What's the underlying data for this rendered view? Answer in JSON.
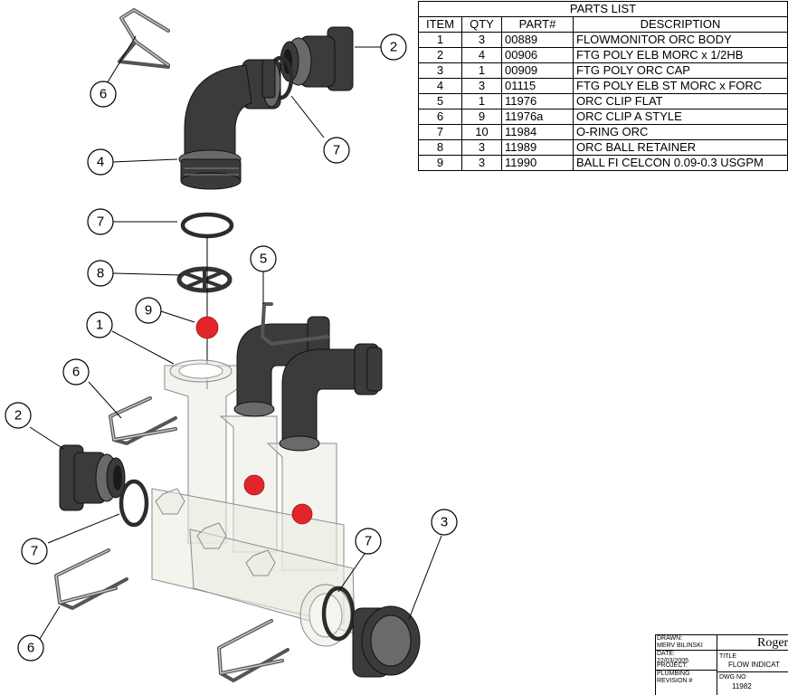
{
  "parts_list": {
    "title": "PARTS LIST",
    "headers": [
      "ITEM",
      "QTY",
      "PART#",
      "DESCRIPTION"
    ],
    "rows": [
      {
        "item": "1",
        "qty": "3",
        "part": "00889",
        "description": "FLOWMONITOR ORC BODY"
      },
      {
        "item": "2",
        "qty": "4",
        "part": "00906",
        "description": "FTG POLY ELB MORC x 1/2HB"
      },
      {
        "item": "3",
        "qty": "1",
        "part": "00909",
        "description": "FTG POLY ORC CAP"
      },
      {
        "item": "4",
        "qty": "3",
        "part": "01115",
        "description": "FTG POLY ELB ST MORC x FORC"
      },
      {
        "item": "5",
        "qty": "1",
        "part": "11976",
        "description": "ORC CLIP FLAT"
      },
      {
        "item": "6",
        "qty": "9",
        "part": "11976a",
        "description": "ORC CLIP A STYLE"
      },
      {
        "item": "7",
        "qty": "10",
        "part": "11984",
        "description": "O-RING ORC"
      },
      {
        "item": "8",
        "qty": "3",
        "part": "11989",
        "description": "ORC BALL RETAINER"
      },
      {
        "item": "9",
        "qty": "3",
        "part": "11990",
        "description": "BALL FI CELCON 0.09-0.3 USGPM"
      }
    ]
  },
  "callouts": [
    "2",
    "6",
    "7",
    "4",
    "7",
    "8",
    "5",
    "9",
    "1",
    "6",
    "2",
    "3",
    "7",
    "7",
    "6"
  ],
  "title_block": {
    "drawn_label": "DRAWN:",
    "drawn_value": "MERV BILINSKI",
    "date_label": "DATE:",
    "date_value": "22/03/2005",
    "project_label": "PROJECT:",
    "project_value": "PLUMBING",
    "revision_label": "REVISION #",
    "company": "Roger",
    "title_label": "TITLE",
    "title_value": "FLOW INDICAT",
    "dwg_label": "DWG NO",
    "dwg_value": "11982"
  }
}
